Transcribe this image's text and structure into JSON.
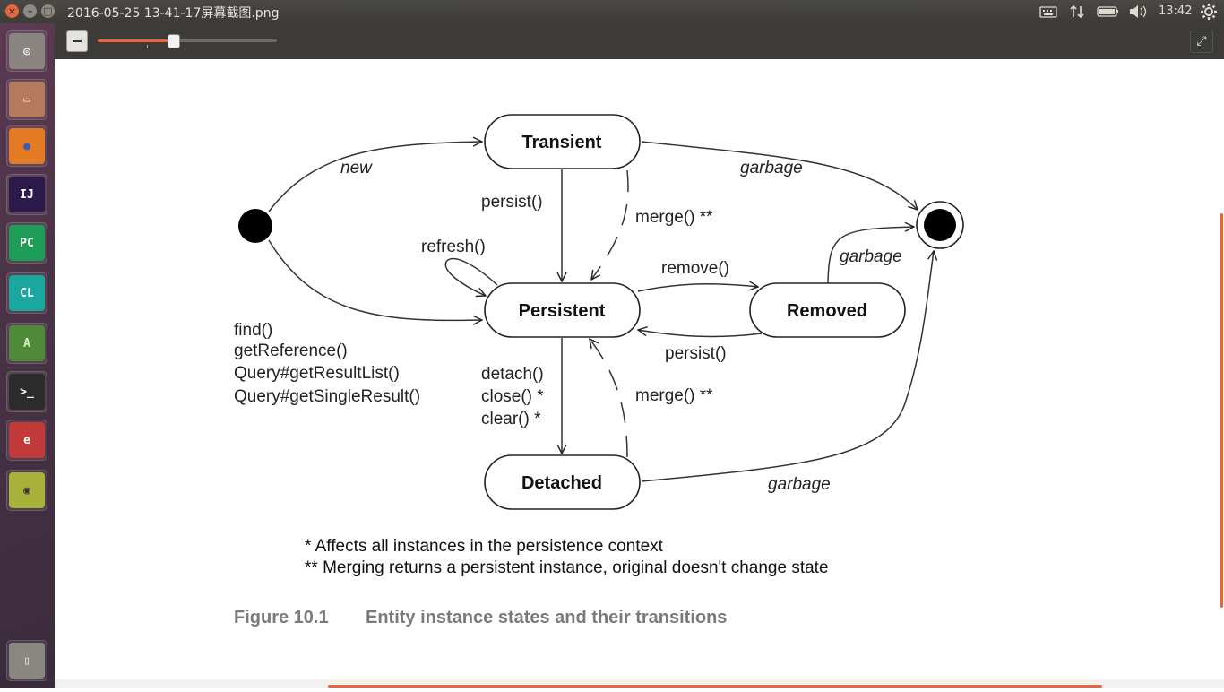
{
  "window": {
    "title": "2016-05-25 13-41-17屏幕截图.png",
    "close_glyph": "×",
    "min_glyph": "–",
    "max_glyph": "□"
  },
  "tray": {
    "time": "13:42",
    "keyboard_icon": "keyboard-icon",
    "network_icon": "network-updown-icon",
    "battery_icon": "battery-icon",
    "volume_icon": "volume-icon",
    "settings_icon": "gear-icon"
  },
  "launcher": {
    "items": [
      {
        "name": "ubuntu-dash",
        "glyph": "◎",
        "bg": "#8a8580",
        "fg": "#ffffff"
      },
      {
        "name": "files",
        "glyph": "▭",
        "bg": "#b57a5c",
        "fg": "#efe4d8"
      },
      {
        "name": "firefox",
        "glyph": "●",
        "bg": "#e57a24",
        "fg": "#3a5bb8"
      },
      {
        "name": "intellij-idea",
        "glyph": "IJ",
        "bg": "#2b1a4a",
        "fg": "#ffffff"
      },
      {
        "name": "pycharm",
        "glyph": "PC",
        "bg": "#1d9d57",
        "fg": "#ffffff"
      },
      {
        "name": "clion",
        "glyph": "CL",
        "bg": "#1aa7a0",
        "fg": "#ffffff"
      },
      {
        "name": "android-studio",
        "glyph": "A",
        "bg": "#4e8a3a",
        "fg": "#d8f0c0"
      },
      {
        "name": "terminal",
        "glyph": ">_",
        "bg": "#2c2c2c",
        "fg": "#ffffff"
      },
      {
        "name": "document-viewer",
        "glyph": "e",
        "bg": "#c23a3a",
        "fg": "#ffffff"
      },
      {
        "name": "image-viewer",
        "glyph": "◉",
        "bg": "#a8b23a",
        "fg": "#333333"
      },
      {
        "name": "trash",
        "glyph": "▯",
        "bg": "#8a8680",
        "fg": "#e8e8e8"
      }
    ]
  },
  "viewer": {
    "zoom_fraction": 0.42,
    "zoom_out_icon": "zoom-out-icon",
    "fullscreen_glyph": "⤢"
  },
  "diagram": {
    "states": {
      "transient": "Transient",
      "persistent": "Persistent",
      "removed": "Removed",
      "detached": "Detached"
    },
    "transitions": {
      "new": "new",
      "garbage": "garbage",
      "persist": "persist()",
      "merge": "merge() **",
      "refresh": "refresh()",
      "remove": "remove()",
      "find_lines": [
        "find()",
        "getReference()",
        "Query#getResultList()",
        "Query#getSingleResult()"
      ],
      "detach_lines": [
        "detach()",
        "close() *",
        "clear() *"
      ]
    },
    "footnotes": [
      "* Affects all instances in the persistence context",
      "** Merging returns a persistent instance, original doesn't change state"
    ],
    "caption_number": "Figure 10.1",
    "caption_text": "Entity instance states and their transitions"
  }
}
